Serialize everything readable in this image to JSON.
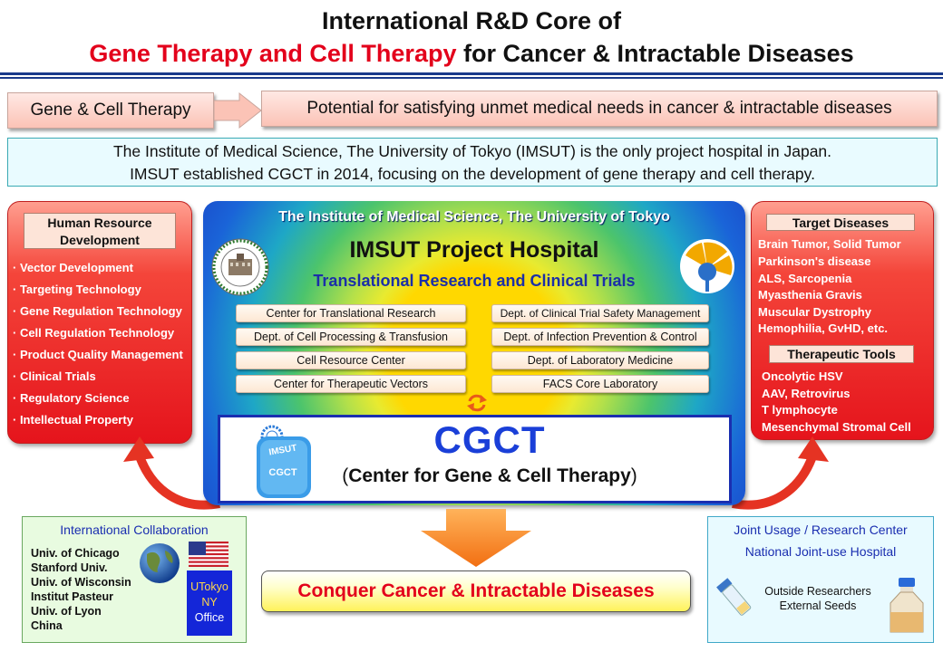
{
  "title": {
    "line1": "International R&D Core of",
    "line2_red": "Gene Therapy and Cell Therapy",
    "line2_rest": " for Cancer & Intractable Diseases"
  },
  "banner": {
    "left": "Gene & Cell Therapy",
    "right": "Potential for satisfying unmet medical needs in cancer & intractable diseases"
  },
  "imsut_text": {
    "line1": "The Institute of Medical Science, The University of Tokyo (IMSUT)  is the only project hospital in Japan.",
    "line2": "IMSUT established CGCT in 2014, focusing on the development  of gene therapy and cell therapy."
  },
  "left_panel": {
    "header_line1": "Human Resource",
    "header_line2": "Development",
    "items": [
      "· Vector Development",
      "· Targeting Technology",
      "· Gene Regulation Technology",
      "· Cell Regulation Technology",
      "· Product Quality Management",
      "· Clinical Trials",
      "· Regulatory Science",
      "· Intellectual Property"
    ]
  },
  "center_panel": {
    "institute": "The Institute of Medical Science, The University of Tokyo",
    "hospital": "IMSUT Project Hospital",
    "translational": "Translational  Research  and Clinical  Trials",
    "departments_left": [
      "Center for Translational Research",
      "Dept. of Cell Processing & Transfusion",
      "Cell Resource Center",
      "Center for Therapeutic  Vectors"
    ],
    "departments_right": [
      "Dept. of Clinical Trial Safety Management",
      "Dept. of Infection Prevention  & Control",
      "Dept. of Laboratory Medicine",
      "FACS Core Laboratory"
    ],
    "cgct": "CGCT",
    "cgct_full_open": "(",
    "cgct_full": "Center for Gene & Cell Therapy",
    "cgct_full_close": ")",
    "logo_text_top": "IMSUT",
    "logo_text_bottom": "CGCT"
  },
  "right_panel": {
    "header1": "Target Diseases",
    "diseases": [
      "Brain Tumor, Solid Tumor",
      "Parkinson's disease",
      "ALS, Sarcopenia",
      "Myasthenia Gravis",
      "Muscular Dystrophy",
      "Hemophilia, GvHD, etc."
    ],
    "header2": "Therapeutic Tools",
    "tools": [
      "Oncolytic HSV",
      "AAV, Retrovirus",
      "T lymphocyte",
      "Mesenchymal Stromal Cell"
    ]
  },
  "bottom_left": {
    "title": "International  Collaboration",
    "universities": [
      "Univ. of Chicago",
      "Stanford Univ.",
      "Univ. of Wisconsin",
      "Institut Pasteur",
      "Univ. of Lyon",
      "China"
    ],
    "office_line1": "UTokyo",
    "office_line2": "NY",
    "office_line3": "Office"
  },
  "bottom_right": {
    "line1": "Joint Usage / Research Center",
    "line2": "National Joint-use Hospital",
    "line3": "Outside Researchers",
    "line4": "External Seeds"
  },
  "conquer": "Conquer Cancer & Intractable Diseases",
  "colors": {
    "accent_red": "#e3001b",
    "navy": "#1a2eb0",
    "panel_red": "#e5141c",
    "hospital_yellow": "#ffd800"
  }
}
